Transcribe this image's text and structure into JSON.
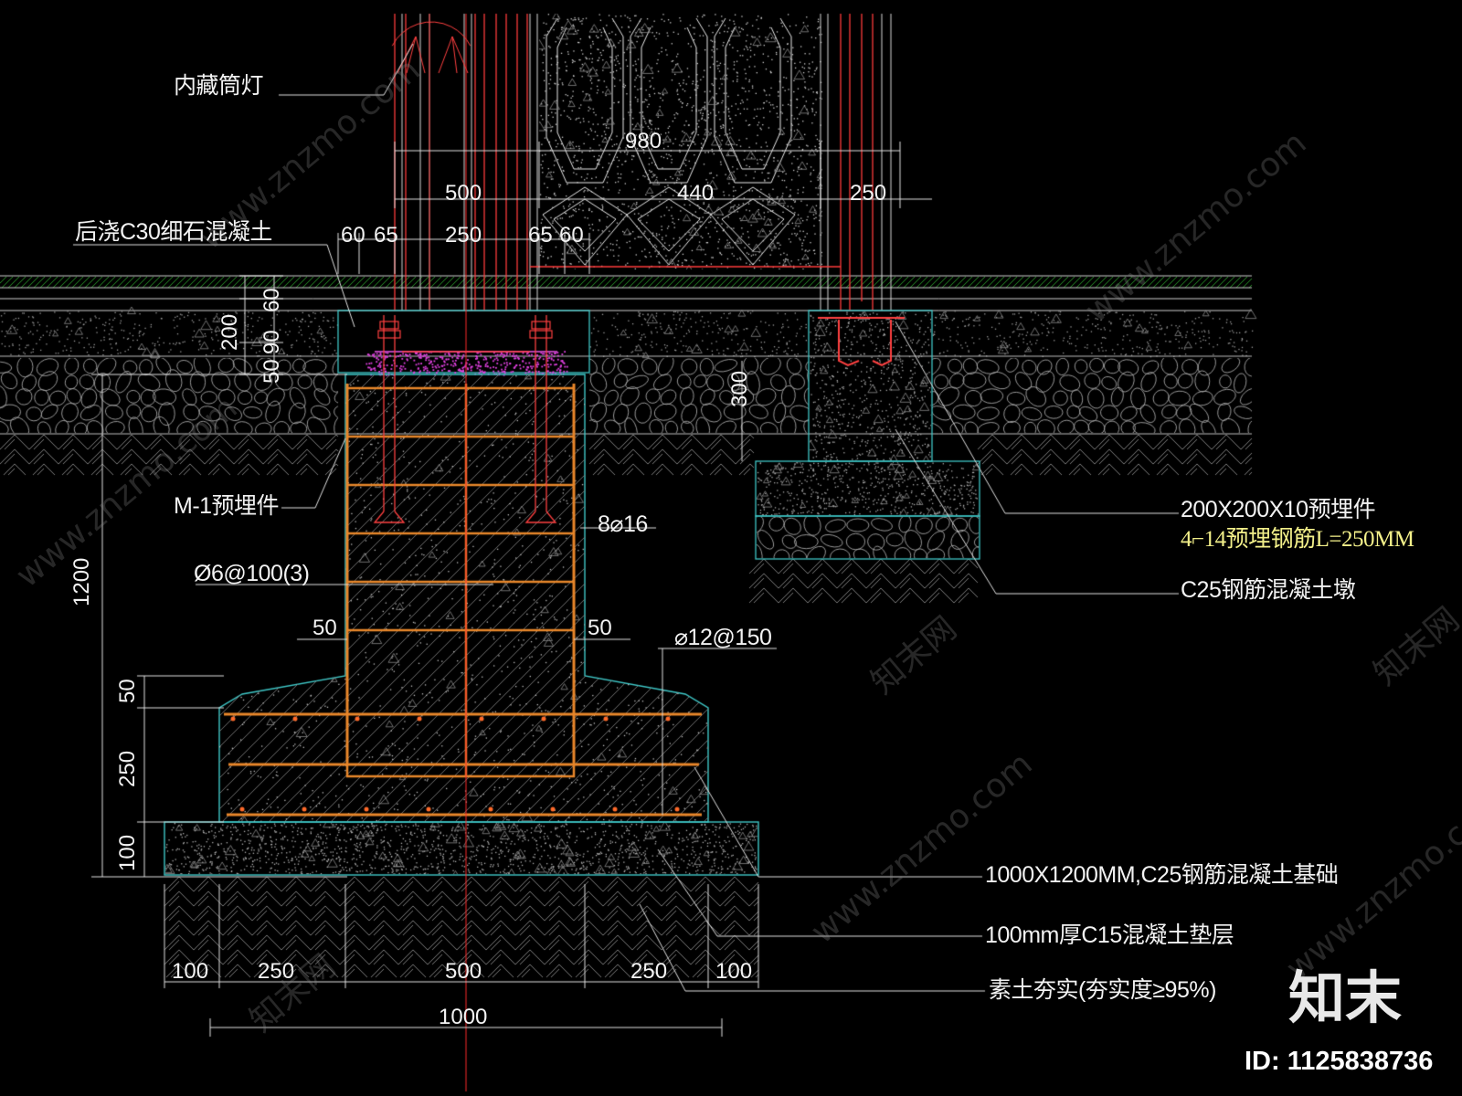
{
  "labels": {
    "downlight": "内藏筒灯",
    "post_pour": "后浇C30细石混凝土",
    "embed_m1": "M-1预埋件",
    "stirrup": "Ø6@100(3)",
    "main_bar": "8⌀16",
    "base_bar": "⌀12@150",
    "plate": "200X200X10预埋件",
    "anchor": "4⌐14预埋钢筋L=250MM",
    "pier": "C25钢筋混凝土墩",
    "footing": "1000X1200MM,C25钢筋混凝土基础",
    "cushion": "100mm厚C15混凝土垫层",
    "soil": "素土夯实(夯实度≥95%)"
  },
  "dims": {
    "top_980": "980",
    "top_500": "500",
    "top_440": "440",
    "top_250r": "250",
    "row2_60a": "60",
    "row2_65a": "65",
    "row2_250": "250",
    "row2_65b": "65",
    "row2_60b": "60",
    "v_60": "60",
    "v_90": "90",
    "v_50": "50",
    "v_200": "200",
    "v_300": "300",
    "v_1200": "1200",
    "v_50b": "50",
    "v_250": "250",
    "v_100": "100",
    "side_50a": "50",
    "side_50b": "50",
    "bot_100a": "100",
    "bot_250a": "250",
    "bot_500": "500",
    "bot_250b": "250",
    "bot_100b": "100",
    "bot_1000": "1000"
  },
  "brand": {
    "logo": "知末",
    "id": "ID: 1125838736"
  },
  "watermarks": [
    "www.znzmo.com",
    "知末网",
    "www.znzmo.com",
    "知末网",
    "www.znzmo.com",
    "www.znzmo.com",
    "知末网",
    "www.znzmo.com"
  ],
  "colors": {
    "background": "#000000",
    "concrete_outline": "#3ec7c7",
    "rebar": "#e8862a",
    "accent_red": "#ff3b3b",
    "grout": "#e040e0",
    "soil": "#8a8a8a",
    "text": "#f2f2f2",
    "yellow_text": "#f3f08a"
  }
}
